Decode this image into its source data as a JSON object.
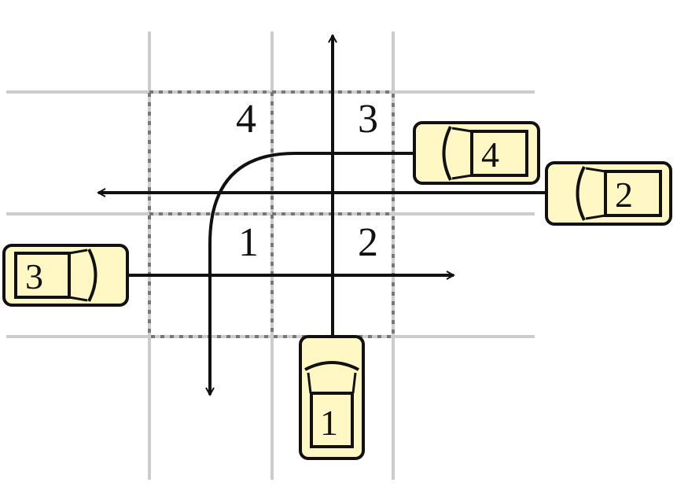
{
  "colors": {
    "grid": "#cccccc",
    "dotted": "#777777",
    "path": "#111111",
    "car_fill": "#fff8c4",
    "car_stroke": "#111111"
  },
  "region_labels": [
    "1",
    "2",
    "3",
    "4"
  ],
  "cars": [
    {
      "label": "1",
      "heading": "up"
    },
    {
      "label": "2",
      "heading": "left"
    },
    {
      "label": "3",
      "heading": "right"
    },
    {
      "label": "4",
      "heading": "left"
    }
  ]
}
